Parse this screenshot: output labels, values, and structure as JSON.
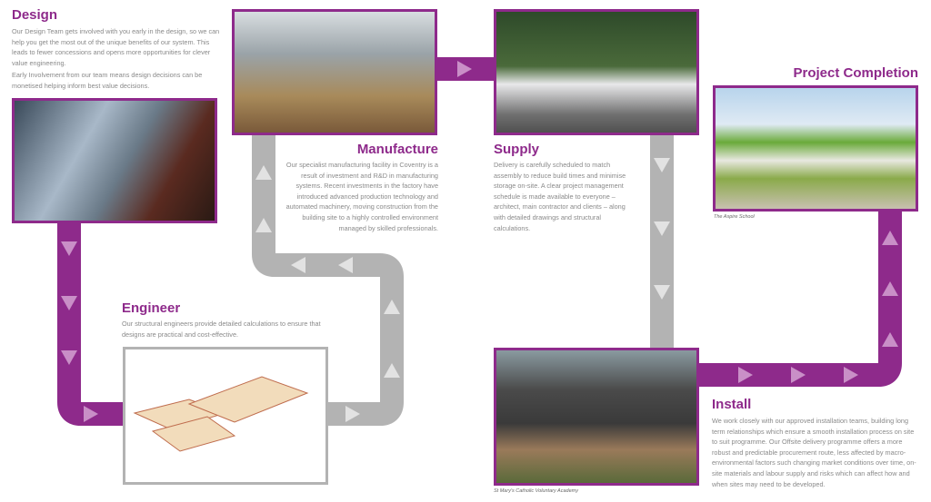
{
  "design": {
    "title": "Design",
    "body1": "Our Design Team gets involved with you early in the design, so we can help you get the most out of the unique benefits of our system. This leads to fewer concessions and opens more opportunities for clever value engineering.",
    "body2": "Early Involvement from our team means design decisions can be monetised helping inform best value decisions."
  },
  "manufacture": {
    "title": "Manufacture",
    "body": "Our specialist manufacturing facility in Coventry is a result of investment and R&D in manufacturing systems. Recent investments in the factory have introduced advanced production technology and automated machinery, moving construction from the building site to a highly controlled environment managed by skilled professionals."
  },
  "supply": {
    "title": "Supply",
    "body": "Delivery is carefully scheduled to match assembly to reduce build times and minimise storage on-site. A clear project management schedule is made available to everyone – architect, main contractor and clients – along with detailed drawings and structural calculations."
  },
  "completion": {
    "title": "Project Completion",
    "caption": "The Aspire School"
  },
  "engineer": {
    "title": "Engineer",
    "body": "Our structural engineers provide detailed calculations to ensure that designs are practical and cost-effective."
  },
  "install": {
    "title": "Install",
    "caption": "St Mary's Catholic Voluntary Academy",
    "body": "We work closely with our approved installation teams, building long term relationships which ensure a smooth installation process on site to suit programme. Our Offsite delivery programme offers a more robust and predictable procurement route, less affected by macro-environmental factors such changing market conditions over time, on-site materials and labour supply and risks which can affect how and when sites may need to be developed."
  },
  "colors": {
    "purple": "#8e2a8b",
    "gray": "#b3b3b3"
  }
}
